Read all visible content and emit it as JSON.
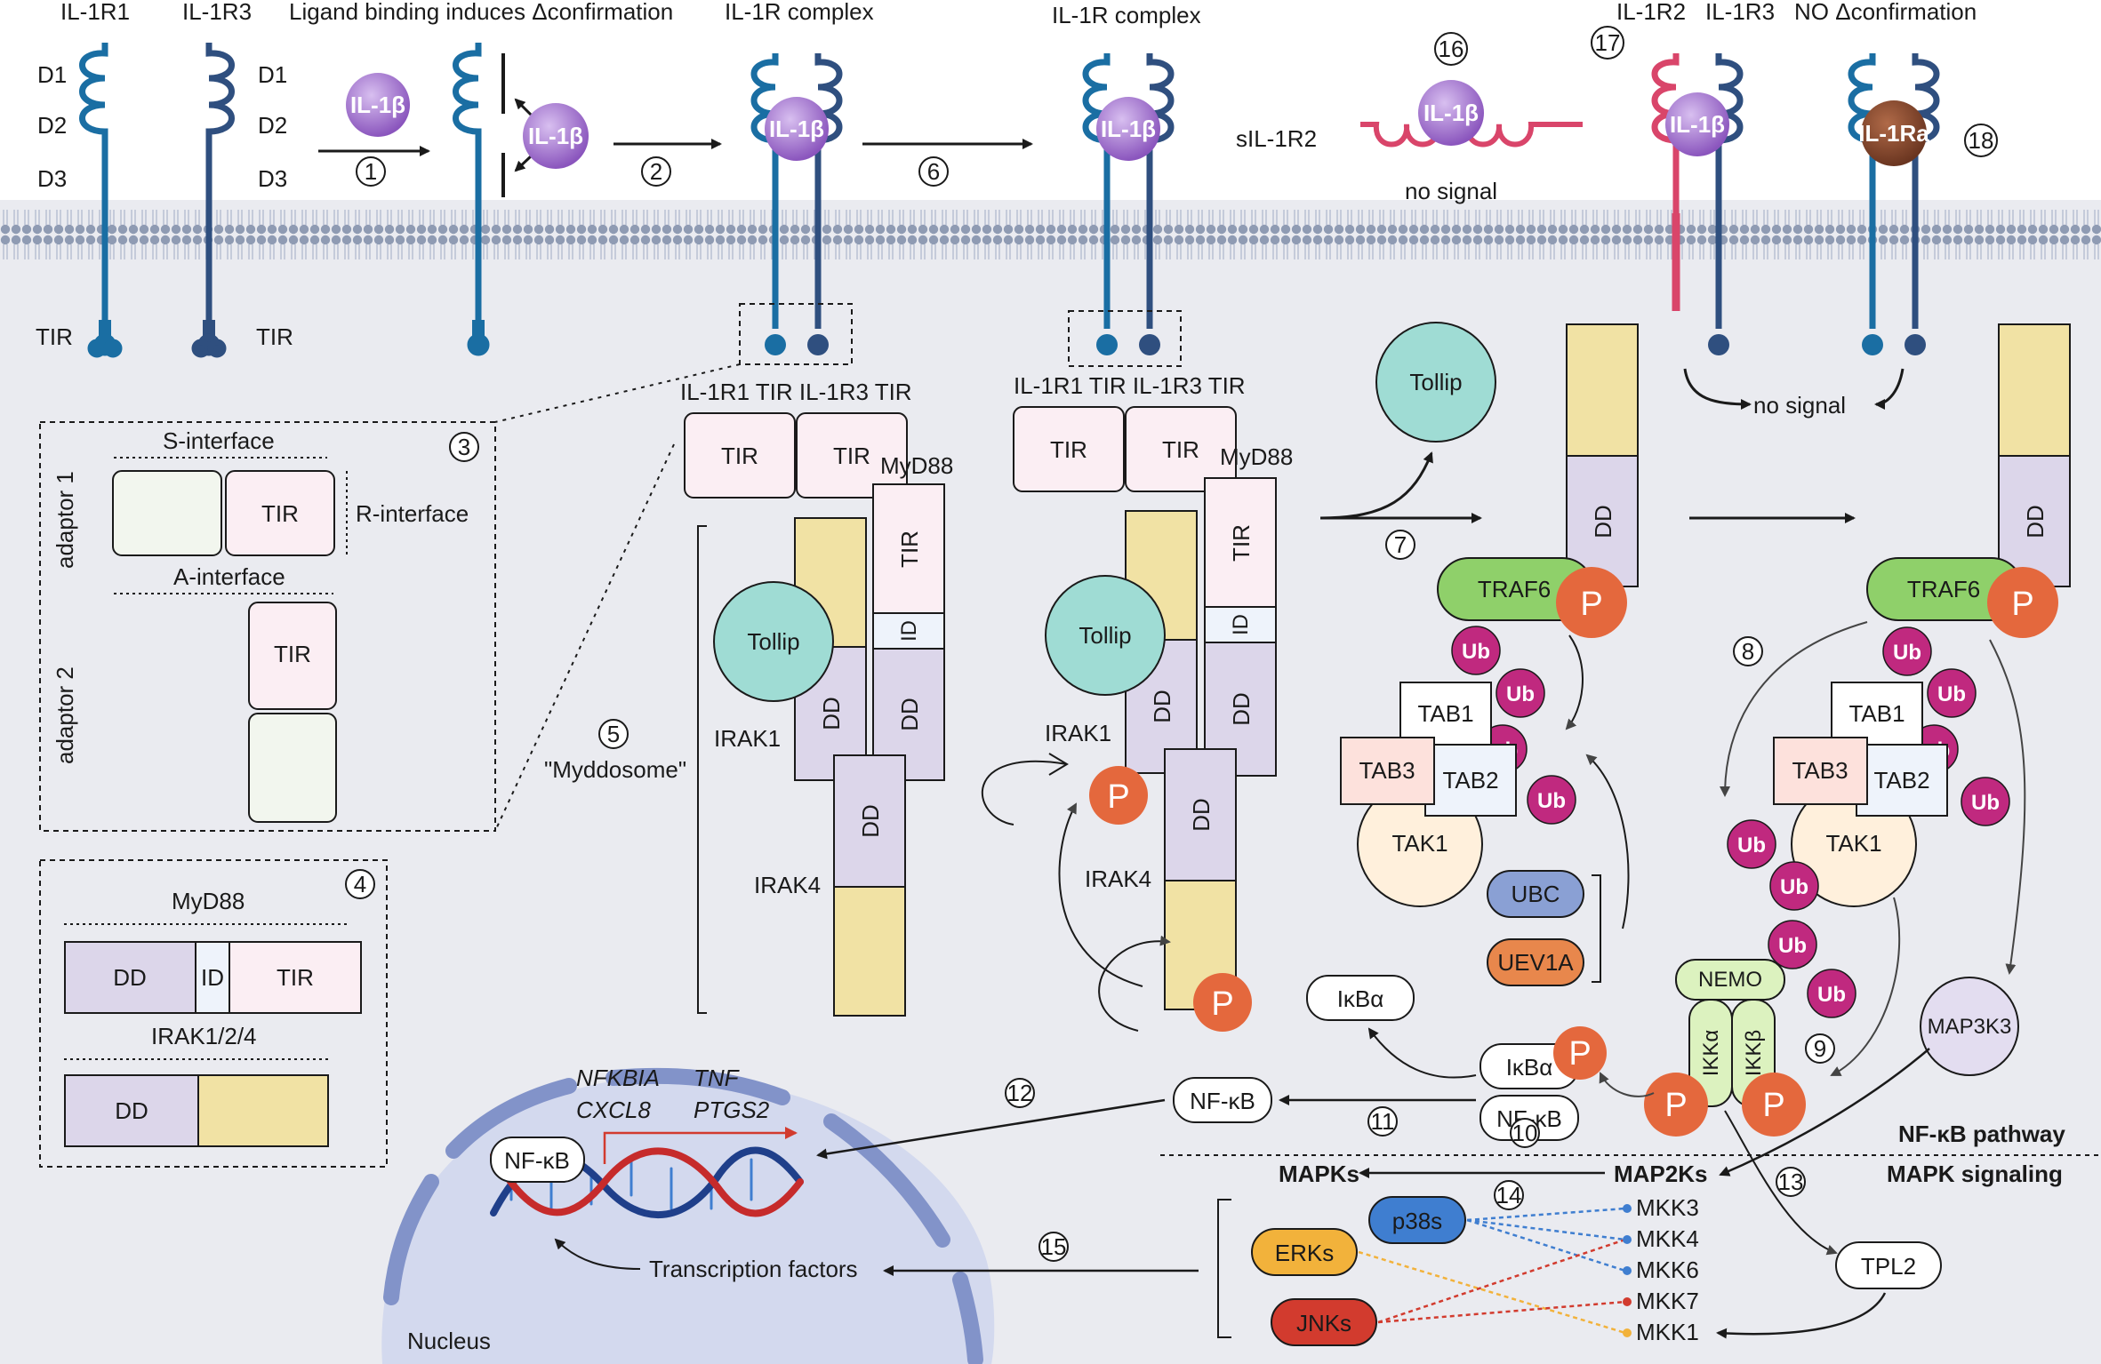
{
  "colors": {
    "receptor_r1": "#1a6ea3",
    "receptor_r3": "#2f4f7f",
    "receptor_r2": "#d9456a",
    "ligand": "#a574cf",
    "antagonist": "#7a4026",
    "tir_fill": "#fbeef3",
    "dd_fill": "#dcd6ea",
    "death_fill": "#f1e2a4",
    "tollip": "#9fdcd4",
    "traf6": "#8fd06a",
    "phospho": "#e4683d",
    "ubiquitin": "#c0297f",
    "tak1": "#fff0dc",
    "tab3": "#fde1dc",
    "tab2": "#eef3fb",
    "ubc": "#8aa0d4",
    "uev1a": "#e8874c",
    "nemo": "#dcf2bf",
    "p38": "#3f7ed0",
    "erk": "#f2b23b",
    "jnk": "#d23b2e",
    "nucleus": "#d3d9ee",
    "cytoplasm": "#eaebf0"
  },
  "top": {
    "il1r1": "IL-1R1",
    "il1r3": "IL-1R3",
    "d1": "D1",
    "d2": "D2",
    "d3": "D3",
    "tir": "TIR",
    "ligand_binding": "Ligand binding induces Δconfirmation",
    "il1b": "IL-1β",
    "complex": "IL-1R complex",
    "sil1r2": "sIL-1R2",
    "no_signal": "no signal",
    "il1r2": "IL-1R2",
    "no_conf": "NO Δconfirmation",
    "il1ra": "IL-1Ra"
  },
  "numbers": [
    "1",
    "2",
    "3",
    "4",
    "5",
    "6",
    "7",
    "8",
    "9",
    "10",
    "11",
    "12",
    "13",
    "14",
    "15",
    "16",
    "17",
    "18"
  ],
  "tir_panel": {
    "s_interface": "S-interface",
    "r_interface": "R-interface",
    "a_interface": "A-interface",
    "adaptor1": "adaptor 1",
    "adaptor2": "adaptor 2",
    "tir": "TIR"
  },
  "domain_panel": {
    "myd88": "MyD88",
    "dd": "DD",
    "id": "ID",
    "tir": "TIR",
    "irak": "IRAK1/2/4"
  },
  "myddosome": {
    "tir_header": "IL-1R1 TIR IL-1R3 TIR",
    "myd88": "MyD88",
    "tollip": "Tollip",
    "irak1": "IRAK1",
    "irak4": "IRAK4",
    "label": "\"Myddosome\"",
    "dd": "DD",
    "id": "ID",
    "tir": "TIR"
  },
  "signaling": {
    "tollip": "Tollip",
    "traf6": "TRAF6",
    "ub": "Ub",
    "ub_partial": "b",
    "tab1": "TAB1",
    "tab2": "TAB2",
    "tab3": "TAB3",
    "tak1": "TAK1",
    "ubc": "UBC",
    "uev1a": "UEV1A",
    "nemo": "NEMO",
    "ikka": "IKKα",
    "ikkb": "IKKβ",
    "map3k3": "MAP3K3",
    "ikba": "IκBα",
    "nfkb": "NF-κB",
    "p": "P",
    "dd": "DD",
    "no_signal": "no signal",
    "tpl2": "TPL2"
  },
  "pathways": {
    "nfkb_pathway": "NF-κB pathway",
    "mapk_signaling": "MAPK signaling",
    "mapks": "MAPKs",
    "map2ks": "MAP2Ks",
    "p38s": "p38s",
    "erks": "ERKs",
    "jnks": "JNKs",
    "mkk3": "MKK3",
    "mkk4": "MKK4",
    "mkk6": "MKK6",
    "mkk7": "MKK7",
    "mkk1": "MKK1"
  },
  "nucleus": {
    "label": "Nucleus",
    "nfkb": "NF-κB",
    "genes": [
      "NFKBIA",
      "CXCL8",
      "TNF",
      "PTGS2"
    ],
    "tf": "Transcription factors"
  }
}
